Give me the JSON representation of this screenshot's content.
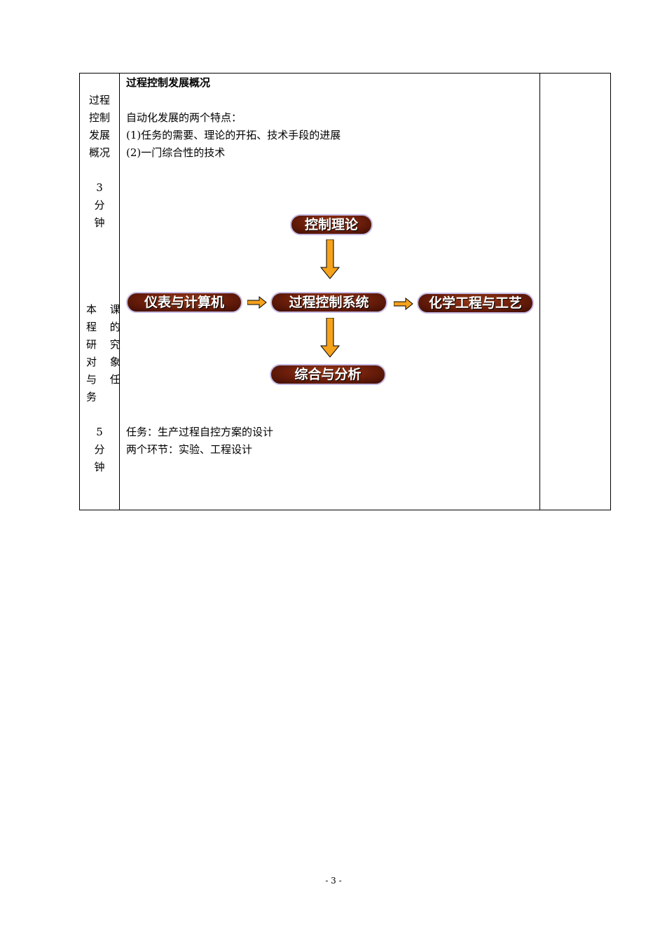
{
  "left_column": {
    "section1_lines": [
      "过程",
      "控制",
      "发展",
      "概况"
    ],
    "time1_lines": [
      "3",
      "分",
      "钟"
    ],
    "section2_lines": [
      "本 课",
      "程 的",
      "研 究",
      "对 象",
      "与 任",
      "务"
    ],
    "time2_lines": [
      "5",
      "分",
      "钟"
    ]
  },
  "main": {
    "heading": "过程控制发展概况",
    "intro": "自动化发展的两个特点：",
    "point1": "(1)任务的需要、理论的开拓、技术手段的进展",
    "point2": "(2)一门综合性的技术",
    "task": "任务：生产过程自控方案的设计",
    "links": "两个环节：实验、工程设计"
  },
  "diagram": {
    "top": "控制理论",
    "left": "仪表与计算机",
    "center": "过程控制系统",
    "right": "化学工程与工艺",
    "bottom": "综合与分析",
    "node_fill": "#6a1d0a",
    "node_border": "#c6bde6",
    "arrow_fill": "#f5a21c"
  },
  "footer": {
    "page_number": "- 3 -"
  }
}
